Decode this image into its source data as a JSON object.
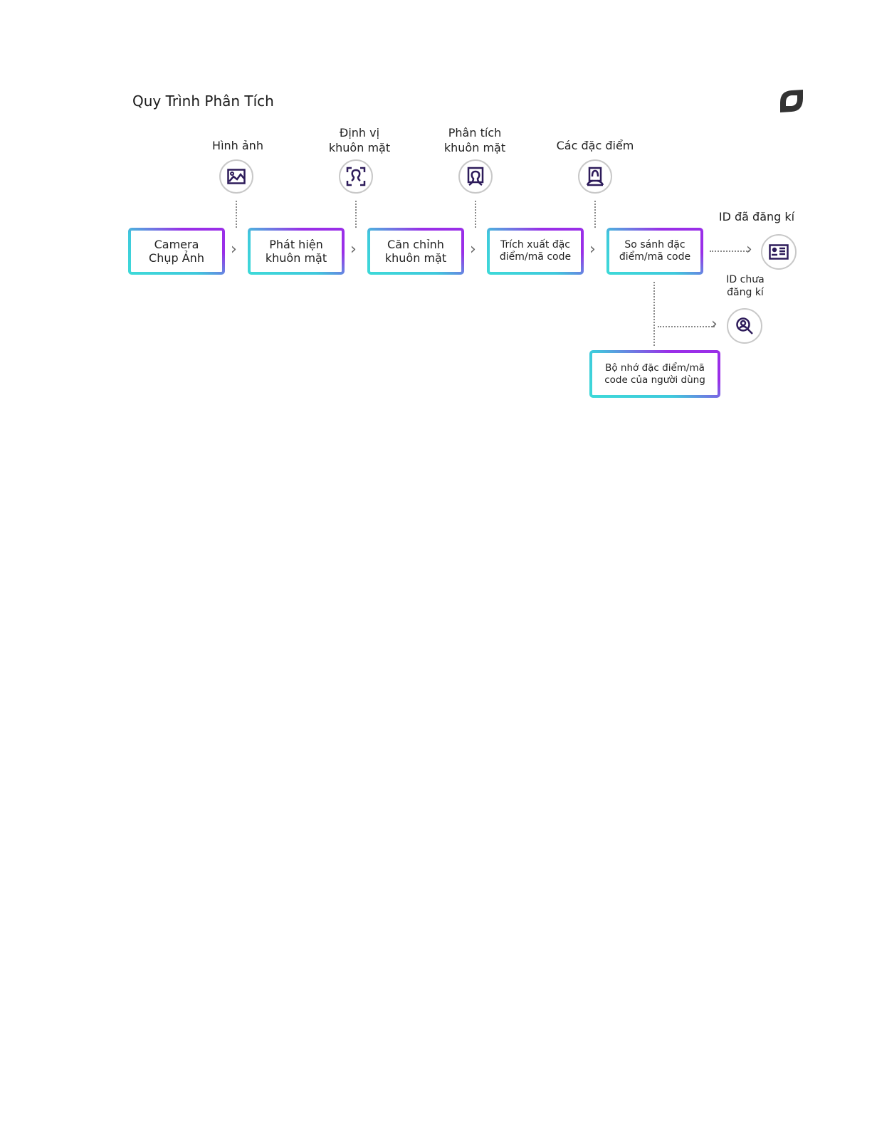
{
  "title": "Quy Trình Phân Tích",
  "logo": "brand-leaf-logo",
  "steps": [
    {
      "label": "Camera Chụp Ảnh",
      "line1": "Camera",
      "line2": "Chụp Ảnh"
    },
    {
      "label": "Phát hiện khuôn mặt",
      "line1": "Phát hiện",
      "line2": "khuôn mặt"
    },
    {
      "label": "Căn chỉnh khuôn mặt",
      "line1": "Căn chỉnh",
      "line2": "khuôn mặt"
    },
    {
      "label": "Trích xuất đặc điểm/mã code",
      "line1": "Trích xuất đặc",
      "line2": "điểm/mã code"
    },
    {
      "label": "So sánh đặc điểm/mã code",
      "line1": "So sánh đặc",
      "line2": "điểm/mã code"
    }
  ],
  "storage": {
    "line1": "Bộ nhớ đặc điểm/mã",
    "line2": "code của người dùng"
  },
  "stages": [
    {
      "line1": "Hình ảnh",
      "icon": "image-icon"
    },
    {
      "line1": "Định vị",
      "line2": "khuôn mặt",
      "icon": "face-locate-icon"
    },
    {
      "line1": "Phân tích",
      "line2": "khuôn mặt",
      "icon": "face-analyze-icon"
    },
    {
      "line1": "Các đặc điểm",
      "icon": "face-features-icon"
    }
  ],
  "outcomes": {
    "registered": {
      "label": "ID đã đăng kí",
      "icon": "id-card-icon"
    },
    "unregistered": {
      "line1": "ID chưa",
      "line2": "đăng kí",
      "icon": "search-user-icon"
    }
  },
  "colors": {
    "icon": "#2d1b5a",
    "gradient_start": "#3ddad8",
    "gradient_end": "#9a2ee8"
  }
}
